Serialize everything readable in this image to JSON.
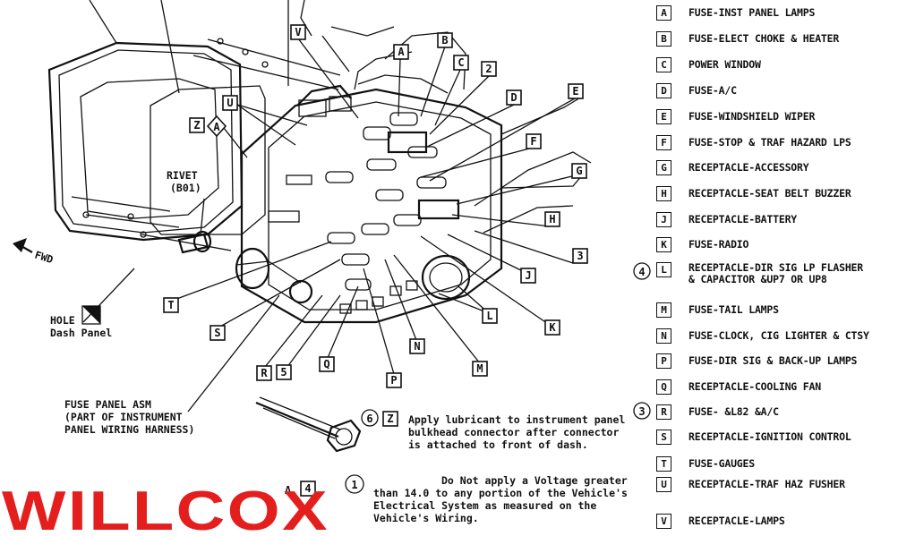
{
  "callouts": {
    "V": "V",
    "A": "A",
    "B": "B",
    "C": "C",
    "two": "2",
    "D": "D",
    "E": "E",
    "F": "F",
    "G": "G",
    "H": "H",
    "three": "3",
    "J": "J",
    "K": "K",
    "L": "L",
    "M": "M",
    "N": "N",
    "P": "P",
    "Q": "Q",
    "R": "R",
    "five": "5",
    "S": "S",
    "T": "T",
    "U": "U",
    "Z": "Z",
    "A_tri": "A",
    "four": "4",
    "lambda": "Λ"
  },
  "labels": {
    "rivet_1": "RIVET",
    "rivet_2": "(B01)",
    "fwd": "FWD",
    "hole": "HOLE",
    "dash_panel": "Dash Panel",
    "fuse_panel_1": "FUSE PANEL ASM",
    "fuse_panel_2": "(PART OF INSTRUMENT",
    "fuse_panel_3": "PANEL WIRING HARNESS)"
  },
  "note6": {
    "number": "6",
    "key": "Z",
    "line1": "Apply lubricant to instrument panel",
    "line2": "bulkhead connector after connector",
    "line3": "is attached to front of dash."
  },
  "note1": {
    "number": "1",
    "line1": "Do Not apply a Voltage greater",
    "line2": "than 14.0 to any portion of the Vehicle's",
    "line3": "Electrical  System as measured on the",
    "line4": "Vehicle's Wiring."
  },
  "legend": [
    {
      "key": "A",
      "desc": "FUSE-INST PANEL LAMPS",
      "num": ""
    },
    {
      "key": "B",
      "desc": "FUSE-ELECT CHOKE & HEATER",
      "num": ""
    },
    {
      "key": "C",
      "desc": "POWER WINDOW",
      "num": ""
    },
    {
      "key": "D",
      "desc": "FUSE-A/C",
      "num": ""
    },
    {
      "key": "E",
      "desc": "FUSE-WINDSHIELD WIPER",
      "num": ""
    },
    {
      "key": "F",
      "desc": "FUSE-STOP & TRAF HAZARD LPS",
      "num": ""
    },
    {
      "key": "G",
      "desc": "RECEPTACLE-ACCESSORY",
      "num": ""
    },
    {
      "key": "H",
      "desc": "RECEPTACLE-SEAT BELT BUZZER",
      "num": ""
    },
    {
      "key": "J",
      "desc": "RECEPTACLE-BATTERY",
      "num": ""
    },
    {
      "key": "K",
      "desc": "FUSE-RADIO",
      "num": ""
    },
    {
      "key": "L",
      "desc": "RECEPTACLE-DIR SIG LP FLASHER\n& CAPACITOR &UP7 OR UP8",
      "num": "4"
    },
    {
      "key": "M",
      "desc": "FUSE-TAIL LAMPS",
      "num": ""
    },
    {
      "key": "N",
      "desc": "FUSE-CLOCK, CIG LIGHTER & CTSY",
      "num": ""
    },
    {
      "key": "P",
      "desc": "FUSE-DIR SIG & BACK-UP LAMPS",
      "num": ""
    },
    {
      "key": "Q",
      "desc": "RECEPTACLE-COOLING FAN",
      "num": ""
    },
    {
      "key": "R",
      "desc": "FUSE- &L82 &A/C",
      "num": "3"
    },
    {
      "key": "S",
      "desc": "RECEPTACLE-IGNITION CONTROL",
      "num": ""
    },
    {
      "key": "T",
      "desc": "FUSE-GAUGES",
      "num": ""
    },
    {
      "key": "U",
      "desc": "RECEPTACLE-TRAF HAZ FUSHER",
      "num": ""
    },
    {
      "key": "V",
      "desc": "RECEPTACLE-LAMPS",
      "num": ""
    }
  ],
  "logo": {
    "text": "WILLCOX",
    "color": "#e41d1d"
  }
}
